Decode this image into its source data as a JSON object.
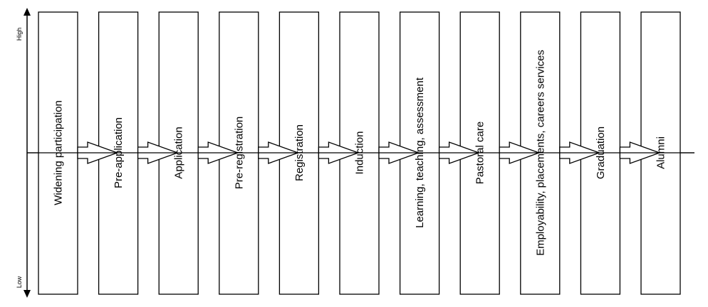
{
  "axis": {
    "high_label": "High",
    "low_label": "Low"
  },
  "stages": [
    {
      "label": "Widening participation"
    },
    {
      "label": "Pre-application"
    },
    {
      "label": "Application"
    },
    {
      "label": "Pre-registration"
    },
    {
      "label": "Registration"
    },
    {
      "label": "Induction"
    },
    {
      "label": "Learning, teaching, assessment"
    },
    {
      "label": "Pastoral care"
    },
    {
      "label": "Employability, placements, careers services"
    },
    {
      "label": "Graduation"
    },
    {
      "label": "Alumni"
    }
  ]
}
